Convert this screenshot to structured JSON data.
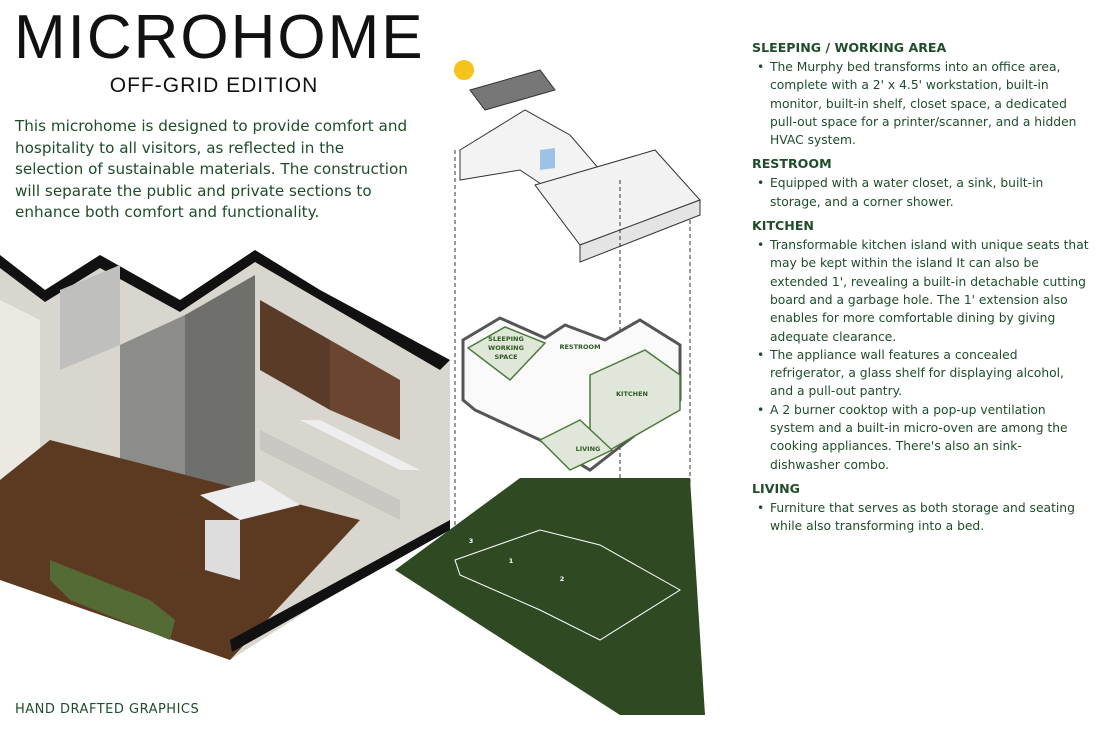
{
  "header": {
    "title": "MICROHOME",
    "subtitle": "OFF-GRID EDITION"
  },
  "intro": "This microhome is designed to provide comfort and hospitality to all visitors, as reflected in the selection of sustainable materials. The construction will separate the public and private sections to enhance both comfort and functionality.",
  "footer": "HAND DRAFTED GRAPHICS",
  "diagram_labels": {
    "sleeping": "SLEEPING",
    "working": "WORKING",
    "space": "SPACE",
    "restroom": "RESTROOM",
    "kitchen": "KITCHEN",
    "living": "LIVING",
    "n1": "1",
    "n2": "2",
    "n3": "3"
  },
  "sections": [
    {
      "title": "SLEEPING / WORKING AREA",
      "bullets": [
        "The Murphy bed transforms into an office area, complete with a 2' x 4.5' workstation, built-in monitor, built-in shelf, closet space, a dedicated pull-out space for a printer/scanner, and a hidden HVAC system."
      ]
    },
    {
      "title": "RESTROOM",
      "bullets": [
        "Equipped with a water closet, a sink, built-in storage, and a corner shower."
      ]
    },
    {
      "title": "KITCHEN",
      "bullets": [
        "Transformable kitchen island with unique seats that may be kept within the island It can also be extended 1', revealing a built-in detachable cutting board and a garbage hole. The 1' extension also enables for more comfortable dining by giving adequate clearance.",
        "The appliance wall features a concealed refrigerator, a glass shelf for displaying alcohol, and a pull-out pantry.",
        "A 2 burner cooktop with a pop-up ventilation system and a built-in micro-oven are among the cooking appliances. There's also an sink-dishwasher combo."
      ]
    },
    {
      "title": "LIVING",
      "bullets": [
        "Furniture that serves as both storage and seating while also transforming into a bed."
      ]
    }
  ],
  "colors": {
    "accent": "#1f4d2a",
    "ground": "#2f4a22"
  }
}
